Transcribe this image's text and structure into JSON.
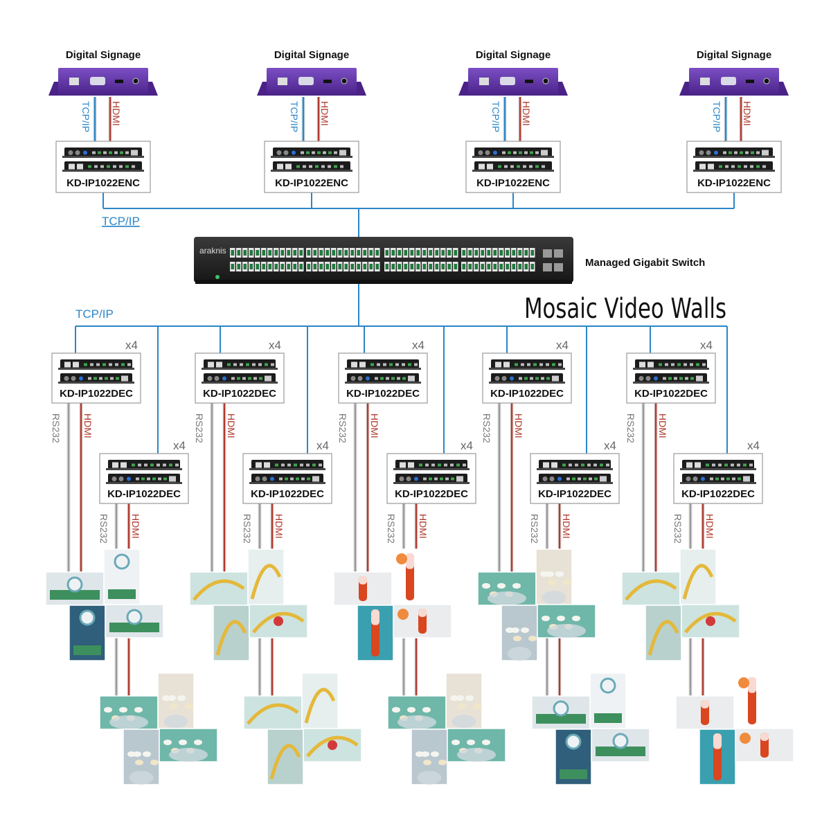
{
  "header": {
    "signage_label": "Digital Signage",
    "switch_label": "Managed Gigabit Switch",
    "walls_title": "Mosaic Video Walls",
    "tcpip_top": "TCP/IP",
    "tcpip_mid": "TCP/IP",
    "switch_brand": "araknis"
  },
  "signage_players": [
    {
      "label": "Digital Signage",
      "link_a": "TCP/IP",
      "link_b": "HDMI"
    },
    {
      "label": "Digital Signage",
      "link_a": "TCP/IP",
      "link_b": "HDMI"
    },
    {
      "label": "Digital Signage",
      "link_a": "TCP/IP",
      "link_b": "HDMI"
    },
    {
      "label": "Digital Signage",
      "link_a": "TCP/IP",
      "link_b": "HDMI"
    }
  ],
  "encoders": [
    {
      "model": "KD-IP1022ENC"
    },
    {
      "model": "KD-IP1022ENC"
    },
    {
      "model": "KD-IP1022ENC"
    },
    {
      "model": "KD-IP1022ENC"
    }
  ],
  "decoders": [
    {
      "model": "KD-IP1022DEC",
      "qty": "x4",
      "link_a": "RS232",
      "link_b": "HDMI",
      "scene": "surgery"
    },
    {
      "model": "KD-IP1022DEC",
      "qty": "x4",
      "link_a": "RS232",
      "link_b": "HDMI",
      "scene": "pills"
    },
    {
      "model": "KD-IP1022DEC",
      "qty": "x4",
      "link_a": "RS232",
      "link_b": "HDMI",
      "scene": "stethoscope"
    },
    {
      "model": "KD-IP1022DEC",
      "qty": "x4",
      "link_a": "RS232",
      "link_b": "HDMI",
      "scene": "stethoscope"
    },
    {
      "model": "KD-IP1022DEC",
      "qty": "x4",
      "link_a": "RS232",
      "link_b": "HDMI",
      "scene": "lab"
    },
    {
      "model": "KD-IP1022DEC",
      "qty": "x4",
      "link_a": "RS232",
      "link_b": "HDMI",
      "scene": "pills"
    },
    {
      "model": "KD-IP1022DEC",
      "qty": "x4",
      "link_a": "RS232",
      "link_b": "HDMI",
      "scene": "pills"
    },
    {
      "model": "KD-IP1022DEC",
      "qty": "x4",
      "link_a": "RS232",
      "link_b": "HDMI",
      "scene": "surgery"
    },
    {
      "model": "KD-IP1022DEC",
      "qty": "x4",
      "link_a": "RS232",
      "link_b": "HDMI",
      "scene": "stethoscope"
    },
    {
      "model": "KD-IP1022DEC",
      "qty": "x4",
      "link_a": "RS232",
      "link_b": "HDMI",
      "scene": "lab"
    }
  ],
  "colors": {
    "tcpip": "#2a86c8",
    "hdmi": "#b0392c",
    "rs232": "#9a9a9a",
    "signage_body": "#5b2d9e",
    "device_body": "#1c1c1c",
    "switch_body": "#2a2a2a",
    "port": "#1f7a3c",
    "box_border": "#999999"
  }
}
